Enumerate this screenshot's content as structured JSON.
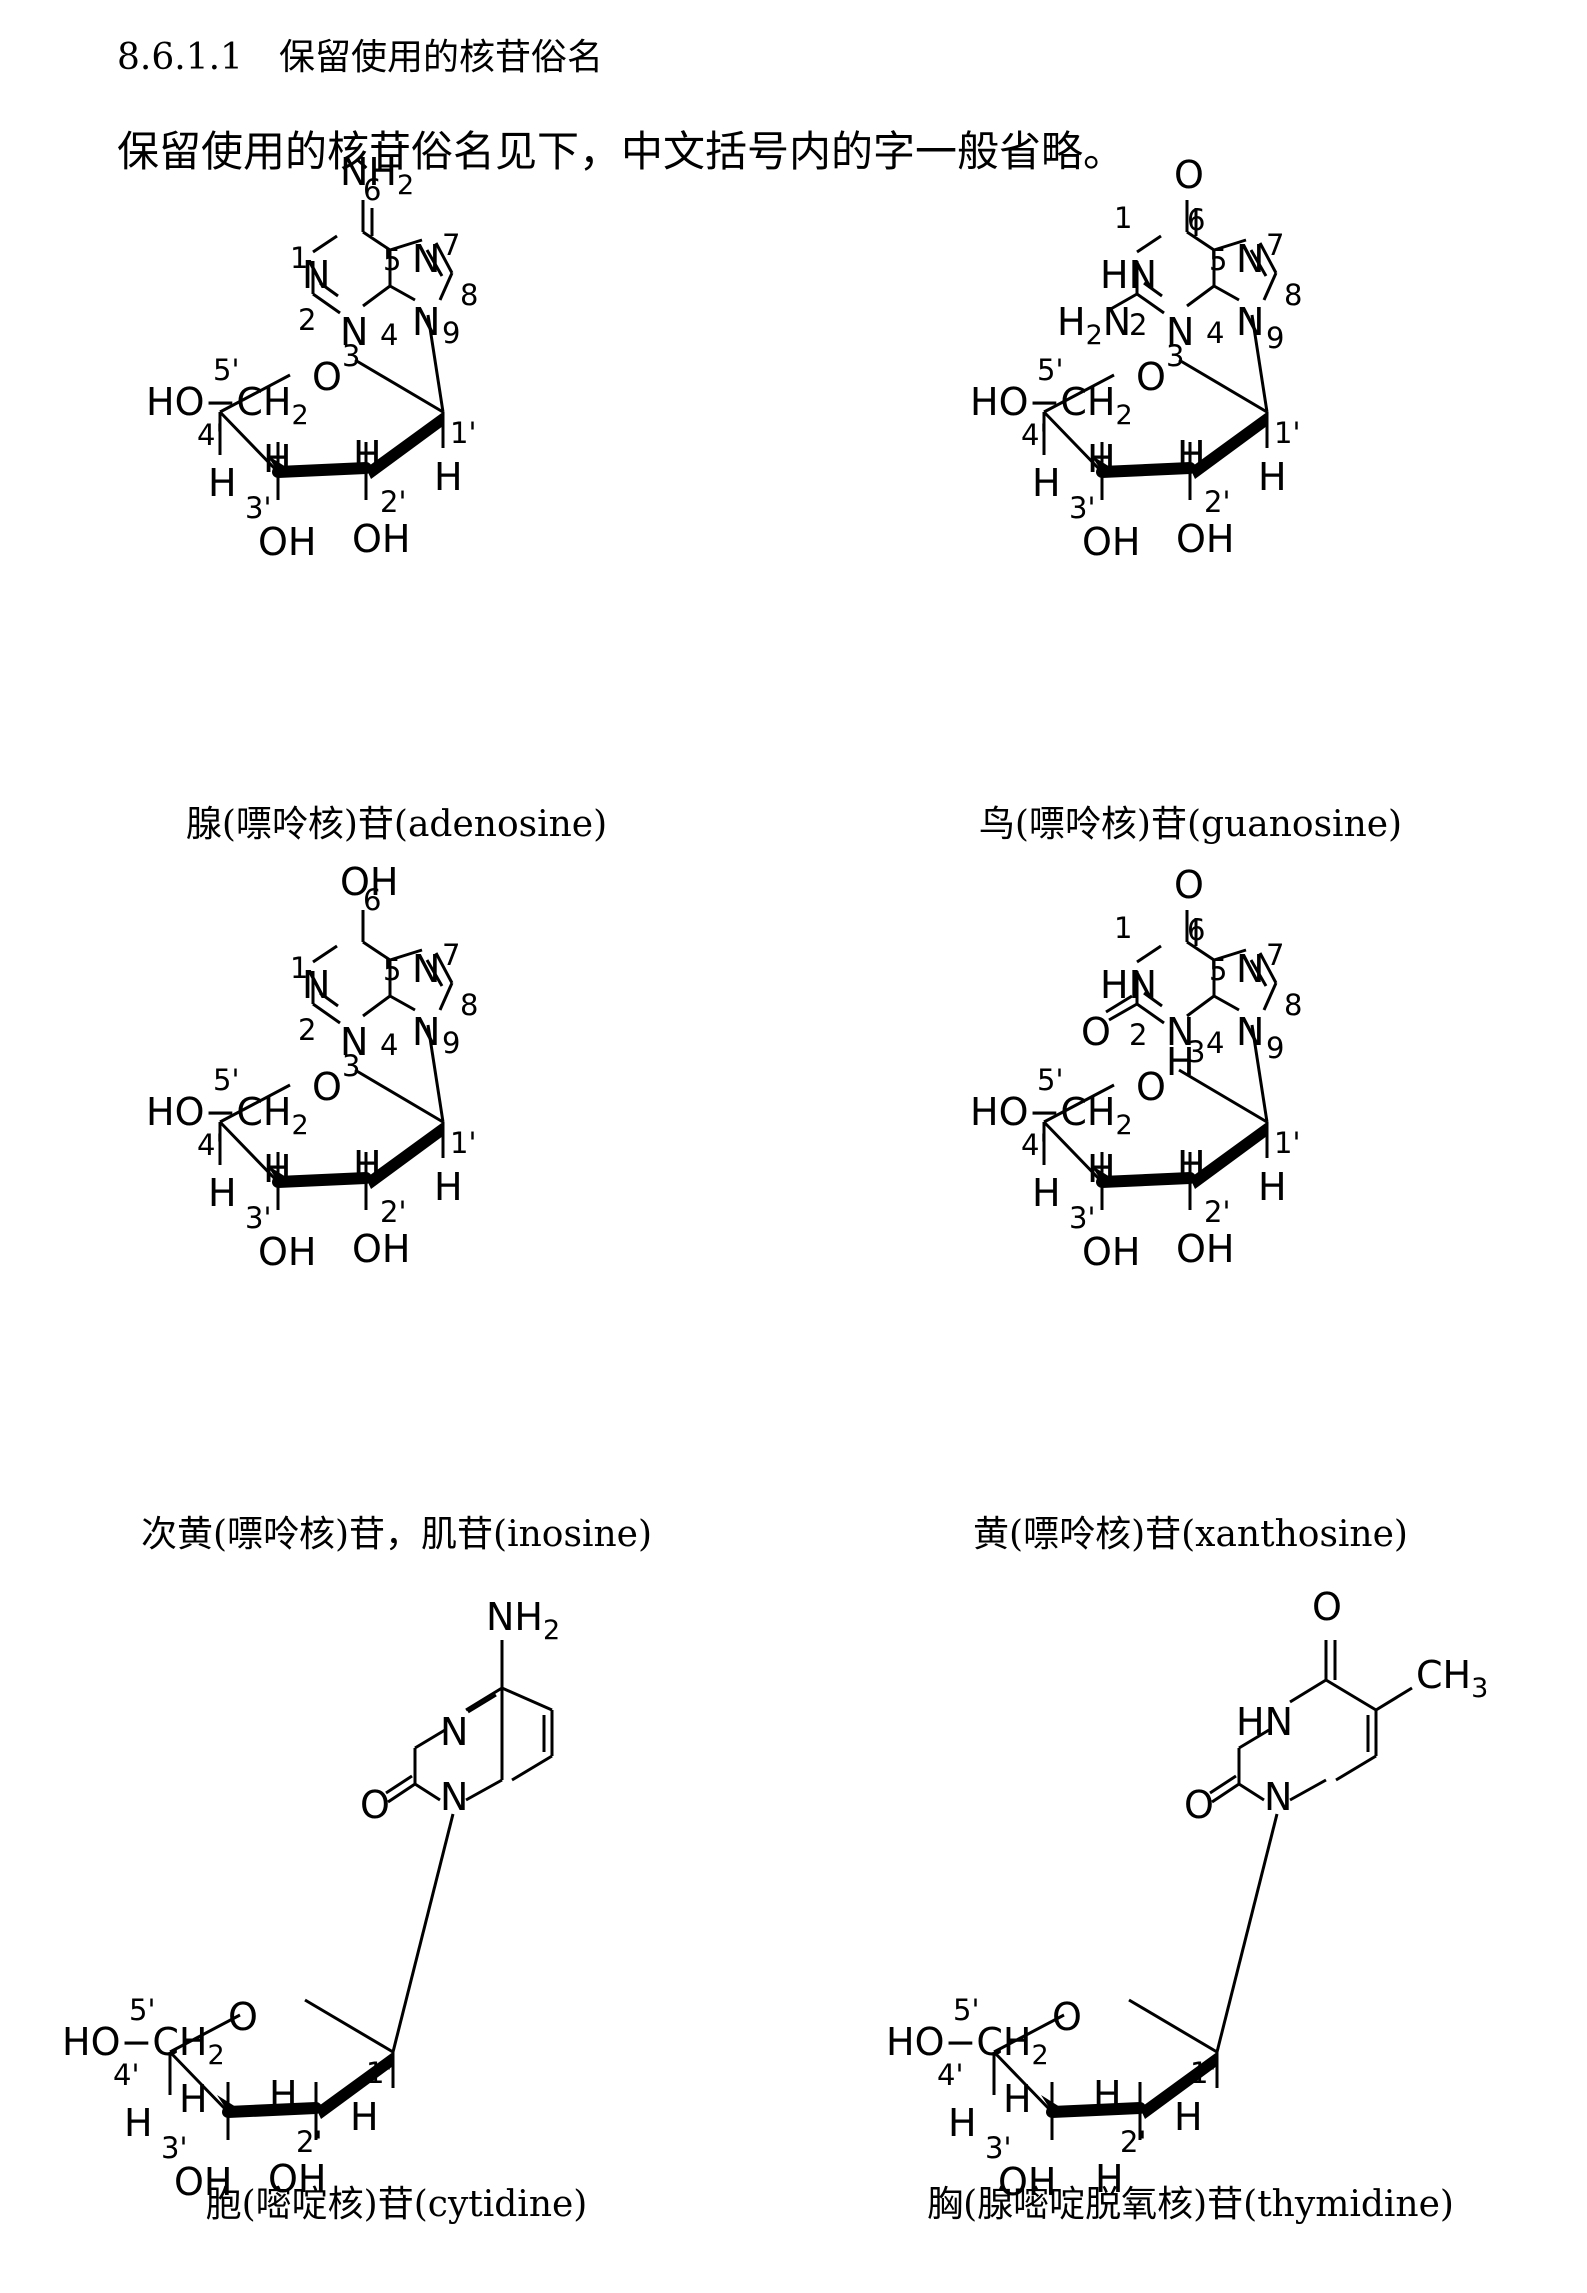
{
  "document": {
    "section_heading": "8.6.1.1　保留使用的核苷俗名",
    "intro": "保留使用的核苷俗名见下，中文括号内的字一般省略。"
  },
  "labels": {
    "ho_ch2": "HO−CH",
    "h": "H",
    "oh": "OH",
    "o": "O",
    "n": "N",
    "hn": "HN",
    "nh2": "NH",
    "h2n": "H",
    "ch3": "CH",
    "sub2": "2",
    "sub3": "3",
    "p1": "1'",
    "p2": "2'",
    "p3": "3'",
    "p4": "4'",
    "p5": "5'",
    "n1": "1",
    "n2": "2",
    "n3": "3",
    "n4": "4",
    "n5": "5",
    "n6": "6",
    "n7": "7",
    "n8": "8",
    "n9": "9"
  },
  "compounds": [
    {
      "caption": "腺(嘌呤核)苷(adenosine)"
    },
    {
      "caption": "鸟(嘌呤核)苷(guanosine)"
    },
    {
      "caption": "次黄(嘌呤核)苷，肌苷(inosine)"
    },
    {
      "caption": "黄(嘌呤核)苷(xanthosine)"
    },
    {
      "caption": "胞(嘧啶核)苷(cytidine)"
    },
    {
      "caption": "胸(腺嘧啶脱氧核)苷(thymidine)"
    }
  ]
}
